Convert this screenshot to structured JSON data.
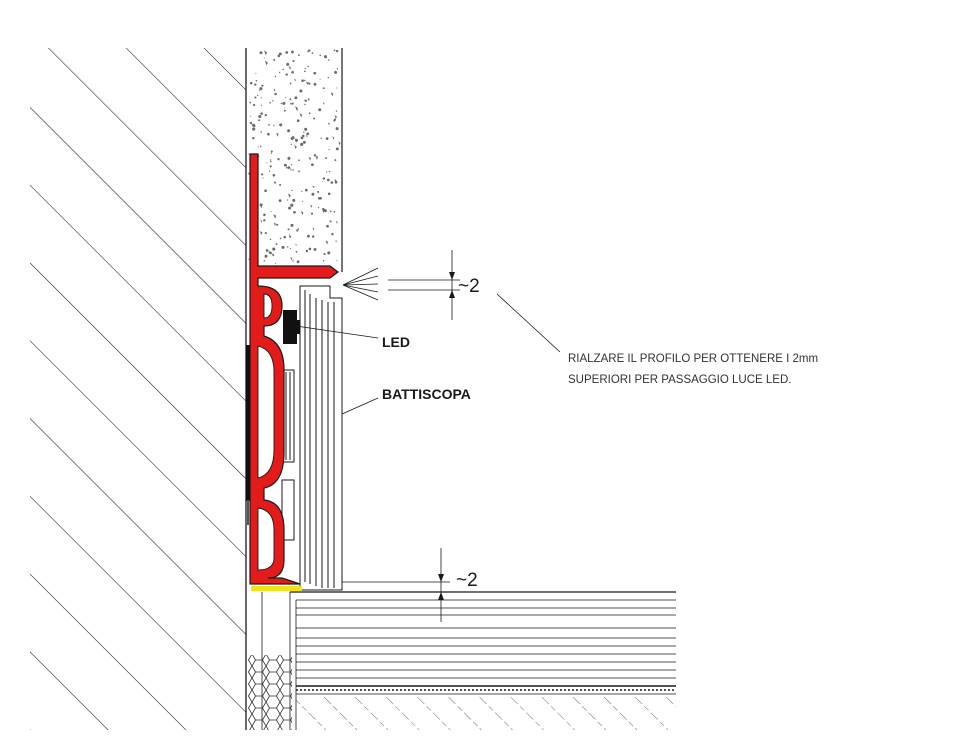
{
  "labels": {
    "led": "LED",
    "battiscopa": "BATTISCOPA",
    "dim_top": "~2",
    "dim_bottom": "~2",
    "note_line1": "RIALZARE IL PROFILO PER OTTENERE I 2mm",
    "note_line2": "SUPERIORI PER PASSAGGIO LUCE LED."
  },
  "colors": {
    "profile": "#e41b1b",
    "tape": "#f2e21a",
    "line": "#1a1a1a",
    "plaster_dots": "#6b6b6b"
  }
}
